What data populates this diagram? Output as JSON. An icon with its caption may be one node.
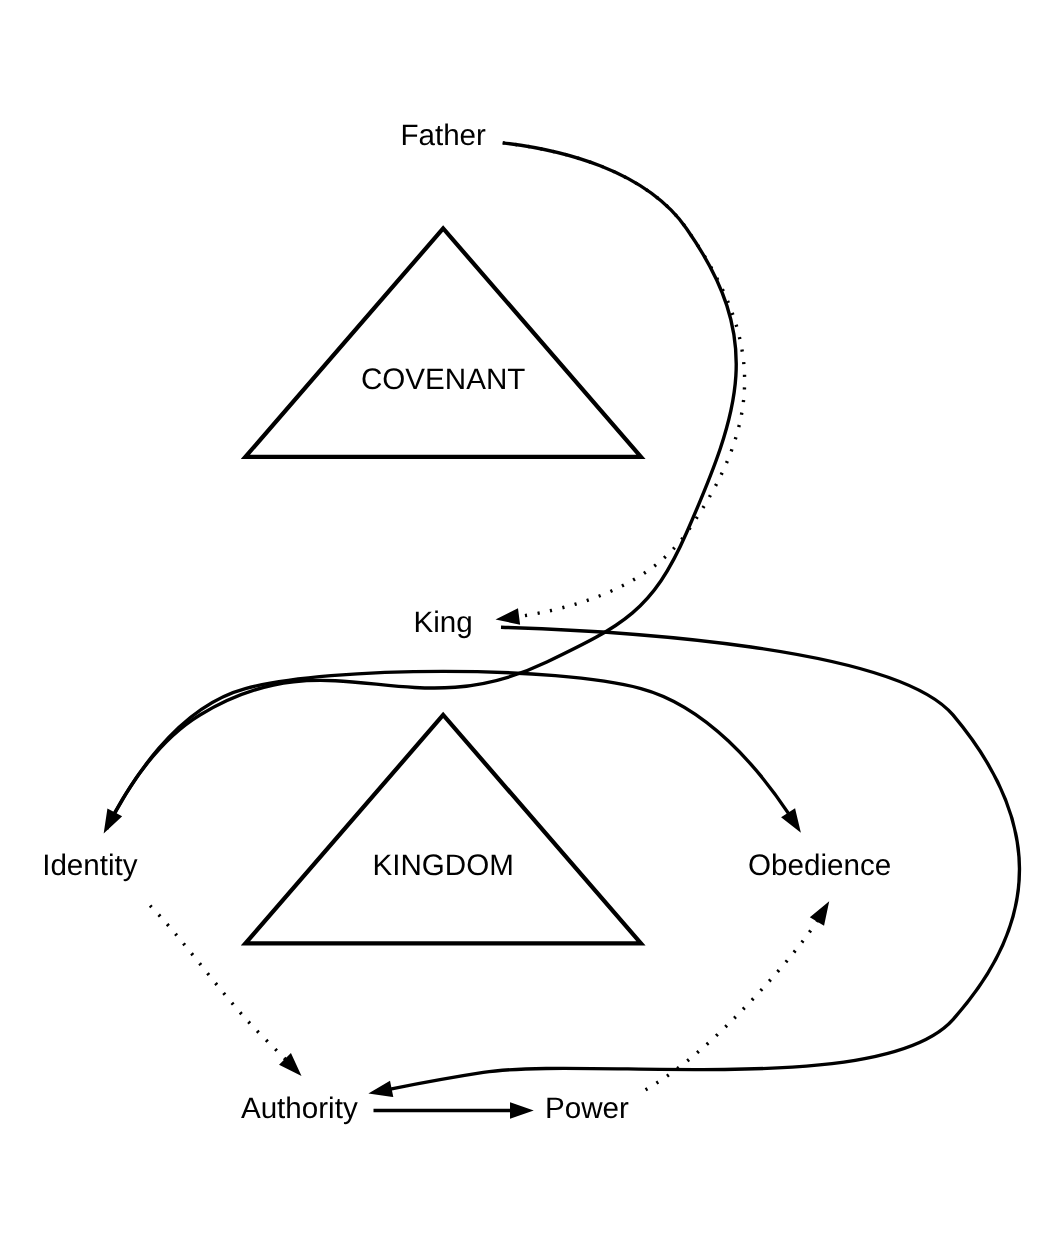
{
  "diagram": {
    "nodes": [
      {
        "text": [
          "Father"
        ]
      },
      {
        "text": [
          "COVENANT"
        ]
      },
      {
        "text": [
          "Obedience"
        ]
      },
      {
        "text": [
          "Identity"
        ]
      },
      {
        "text": [
          "King"
        ]
      },
      {
        "text": [
          "KINGDOM"
        ]
      },
      {
        "text": [
          "Power"
        ]
      },
      {
        "text": [
          "Authority"
        ]
      }
    ],
    "edges": [
      {
        "from": 0,
        "to": 3,
        "arrow": "to"
      },
      {
        "from": 3,
        "to": 2,
        "arrow": "to"
      },
      {
        "from": 0,
        "to": 4,
        "arrow": "to",
        "style": "dashed"
      },
      {
        "from": 3,
        "to": 7,
        "arrow": "to",
        "style": "dashed"
      },
      {
        "from": 4,
        "to": 7,
        "arrow": "to"
      },
      {
        "from": 7,
        "to": 6,
        "arrow": "to"
      },
      {
        "from": 6,
        "to": 2,
        "arrow": "to",
        "style": "dashed"
      }
    ]
  }
}
